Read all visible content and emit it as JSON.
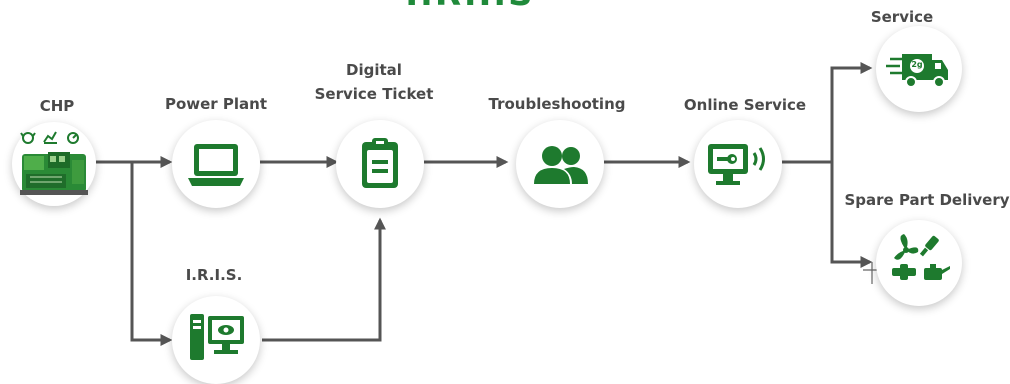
{
  "header": {
    "title": "I.R.I.S"
  },
  "nodes": {
    "chp": {
      "label": "CHP"
    },
    "power_plant": {
      "label": "Power Plant"
    },
    "digital_ticket": {
      "label_line1": "Digital",
      "label_line2": "Service Ticket"
    },
    "troubleshooting": {
      "label": "Troubleshooting"
    },
    "online_service": {
      "label": "Online Service"
    },
    "service": {
      "label": "Service",
      "van_badge": "2g"
    },
    "spare_part": {
      "label": "Spare Part Delivery"
    },
    "iris": {
      "label": "I.R.I.S."
    }
  },
  "colors": {
    "green": "#1e7a2e",
    "arrow": "#555555",
    "text": "#4a4a4a"
  }
}
